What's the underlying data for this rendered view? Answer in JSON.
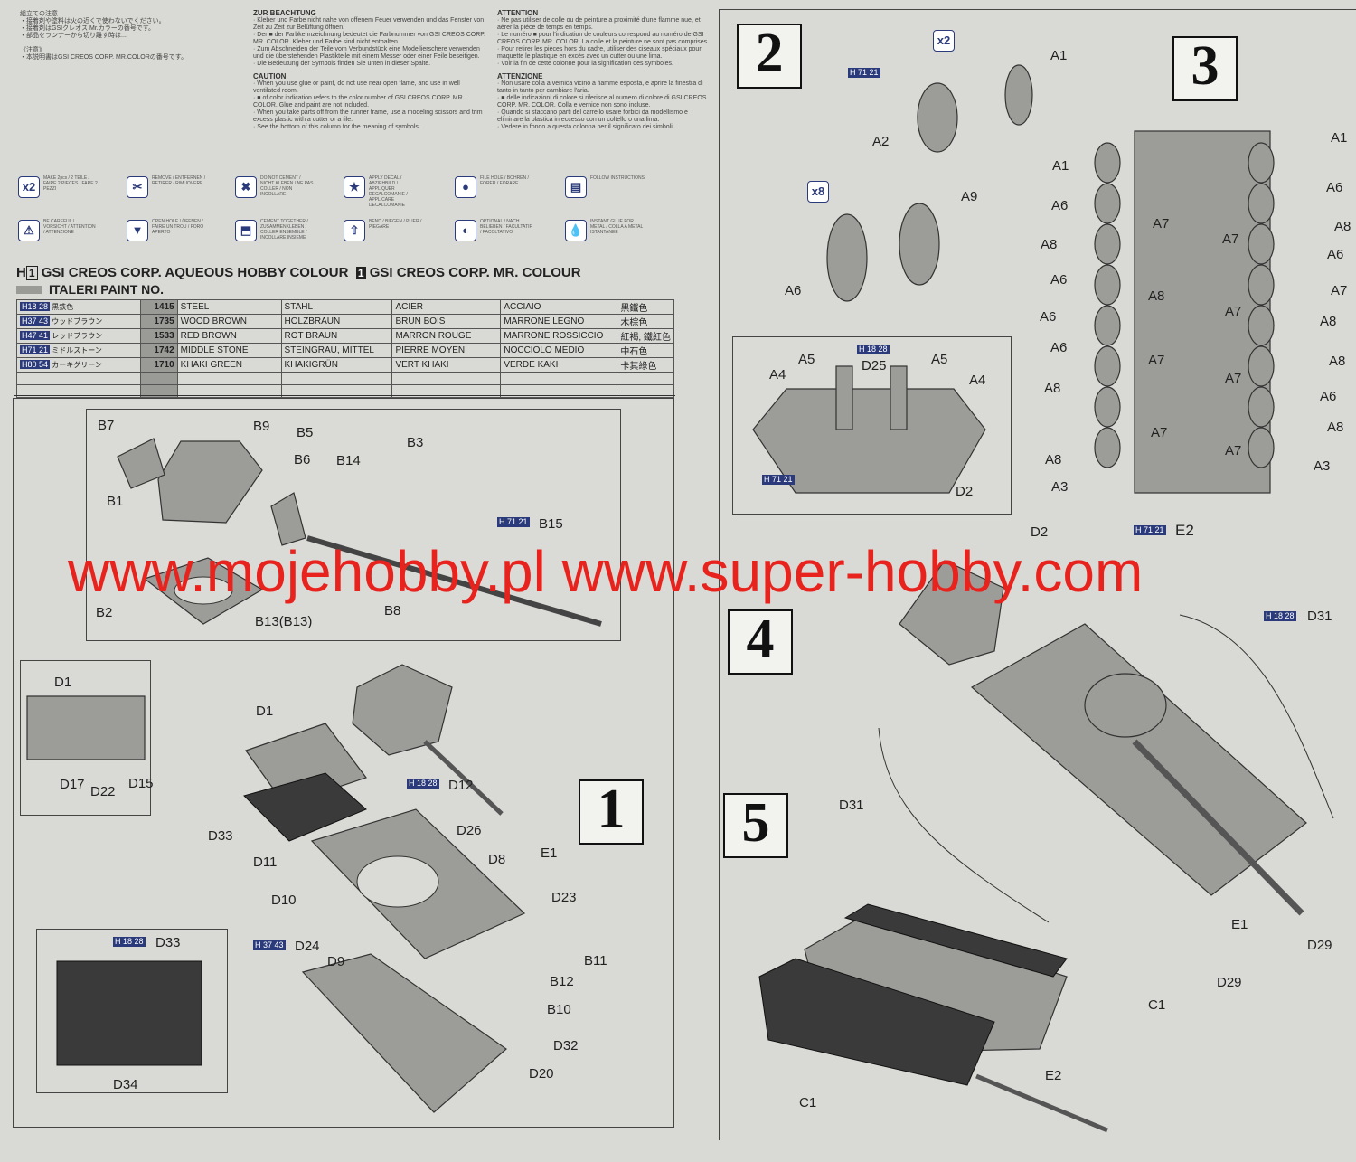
{
  "japanese_notes": [
    "組立ての注意",
    "・接着剤や塗料は火の近くで使わないでください。",
    "・接着剤はGSIクレオス Mr.カラーの番号です。",
    "・部品をランナーから切り離す時は...",
    "《注意》",
    "・本説明書はGSI CREOS CORP. MR.COLORの番号です。"
  ],
  "german": {
    "title": "ZUR BEACHTUNG",
    "lines": [
      "· Kleber und Farbe nicht nahe von offenem Feuer verwenden und das Fenster von Zeit zu Zeit zur Belüftung öffnen.",
      "· Der ■ der Farbkennzeichnung bedeutet die Farbnummer von GSI CREOS CORP. MR. COLOR. Kleber und Farbe sind nicht enthalten.",
      "· Zum Abschneiden der Teile vom Verbundstück eine Modellierschere verwenden und die überstehenden Plastikteile mit einem Messer oder einer Feile beseitigen.",
      "· Die Bedeutung der Symbols finden Sie unten in dieser Spalte."
    ]
  },
  "english": {
    "title": "CAUTION",
    "lines": [
      "· When you use glue or paint, do not use near open flame, and use in well ventilated room.",
      "· ■ of color indication refers to the color number of GSI CREOS CORP. MR. COLOR. Glue and paint are not included.",
      "· When you take parts off from the runner frame, use a modeling scissors and trim excess plastic with a cutter or a file.",
      "· See the bottom of this column for the meaning of symbols."
    ]
  },
  "french": {
    "title": "ATTENTION",
    "lines": [
      "· Ne pas utiliser de colle ou de peinture a proximité d'une flamme nue, et aérer la pièce de temps en temps.",
      "· Le numéro ■ pour l'indication de couleurs correspond au numéro de GSI CREOS CORP. MR. COLOR. La colle et la peinture ne sont pas comprises.",
      "· Pour retirer les pièces hors du cadre, utiliser des ciseaux spéciaux pour maquette le plastique en excès avec un cutter ou une lima.",
      "· Voir la fin de cette colonne pour la signification des symboles."
    ]
  },
  "italian": {
    "title": "ATTENZIONE",
    "lines": [
      "· Non usare colla a vernica vicino a fiamme esposta, e aprire la finestra di tanto in tanto per cambiare l'aria.",
      "· ■ delle indicazioni di colore si riferisce al numero di colore di GSI CREOS CORP. MR. COLOR. Colla e vernice non sono incluse.",
      "· Quando si staccano parti del carrello usare forbici da modellismo e eliminare la plastica in eccesso con un coltello o una lima.",
      "· Vedere in fondo a questa colonna per il significato dei simboli."
    ]
  },
  "symbols": [
    {
      "glyph": "x2",
      "text": "MAKE 2pcs / 2 TEILE / FAIRE 2 PIECES / FARE 2 PEZZI"
    },
    {
      "glyph": "✂",
      "text": "REMOVE / ENTFERNEN / RETIRER / RIMUOVERE"
    },
    {
      "glyph": "✖",
      "text": "DO NOT CEMENT / NICHT KLEBEN / NE PAS COLLER / NON INCOLLARE"
    },
    {
      "glyph": "★",
      "text": "APPLY DECAL / ABZIEHBILD / APPLIQUER DECALCOMANIE / APPLICARE DECALCOMANIE"
    },
    {
      "glyph": "●",
      "text": "FILE HOLE / BOHREN / FORER / FORARE"
    },
    {
      "glyph": "▤",
      "text": "FOLLOW INSTRUCTIONS"
    },
    {
      "glyph": "⚠",
      "text": "BE CAREFUL / VORSICHT / ATTENTION / ATTENZIONE"
    },
    {
      "glyph": "▼",
      "text": "OPEN HOLE / ÖFFNEN / FAIRE UN TROU / FORO APERTO"
    },
    {
      "glyph": "⬒",
      "text": "CEMENT TOGETHER / ZUSAMMENKLEBEN / COLLER ENSEMBLE / INCOLLARE INSIEME"
    },
    {
      "glyph": "⇧",
      "text": "BEND / BIEGEN / PLIER / PIEGARE"
    },
    {
      "glyph": "◐",
      "text": "OPTIONAL / NACH BELIEBEN / FACULTATIF / FACOLTATIVO"
    },
    {
      "glyph": "💧",
      "text": "INSTANT GLUE FOR METAL / COLLA A METAL ISTANTANEE"
    }
  ],
  "paint_header": {
    "h_prefix": "H",
    "h_num": "1",
    "aqueous": "GSI CREOS CORP. AQUEOUS HOBBY COLOUR",
    "mr_num": "1",
    "mr": "GSI CREOS CORP. MR. COLOUR",
    "italeri": "ITALERI PAINT NO."
  },
  "paint_table": [
    {
      "code": "H18 28",
      "jp": "黒鉄色",
      "italeri": "1415",
      "en": "STEEL",
      "de": "STAHL",
      "fr": "ACIER",
      "it": "ACCIAIO",
      "cn": "黑鐵色"
    },
    {
      "code": "H37 43",
      "jp": "ウッドブラウン",
      "italeri": "1735",
      "en": "WOOD BROWN",
      "de": "HOLZBRAUN",
      "fr": "BRUN BOIS",
      "it": "MARRONE LEGNO",
      "cn": "木棕色"
    },
    {
      "code": "H47 41",
      "jp": "レッドブラウン",
      "italeri": "1533",
      "en": "RED BROWN",
      "de": "ROT BRAUN",
      "fr": "MARRON ROUGE",
      "it": "MARRONE ROSSICCIO",
      "cn": "紅褐, 鐵紅色"
    },
    {
      "code": "H71 21",
      "jp": "ミドルストーン",
      "italeri": "1742",
      "en": "MIDDLE STONE",
      "de": "STEINGRAU, MITTEL",
      "fr": "PIERRE MOYEN",
      "it": "NOCCIOLO MEDIO",
      "cn": "中石色"
    },
    {
      "code": "H80 54",
      "jp": "カーキグリーン",
      "italeri": "1710",
      "en": "KHAKI GREEN",
      "de": "KHAKIGRÜN",
      "fr": "VERT KHAKI",
      "it": "VERDE KAKI",
      "cn": "卡其綠色"
    }
  ],
  "steps": [
    "1",
    "2",
    "3",
    "4",
    "5"
  ],
  "multipliers": {
    "step2_sprocket": "x2",
    "step2_wheel": "x8"
  },
  "paint_callouts": {
    "h7121": "H 71 21",
    "h1828": "H 18 28",
    "h3743": "H 37 43"
  },
  "watermark": "www.mojehobby.pl www.super-hobby.com",
  "labels": {
    "s1": [
      "B7",
      "B9",
      "B5",
      "B6",
      "B14",
      "B3",
      "B1",
      "B15",
      "B2",
      "B13(B13)",
      "B8",
      "D1",
      "D1",
      "D17",
      "D22",
      "D15",
      "D33",
      "D12",
      "D26",
      "D11",
      "E1",
      "D8",
      "D10",
      "D23",
      "D24",
      "D9",
      "B11",
      "B12",
      "B10",
      "D33",
      "D32",
      "D20",
      "D34"
    ],
    "s2": [
      "A1",
      "A2",
      "A9",
      "A6",
      "A5",
      "A5",
      "A4",
      "D25",
      "A4",
      "D2"
    ],
    "s3": [
      "A1",
      "A1",
      "A6",
      "A6",
      "A7",
      "A8",
      "A8",
      "A7",
      "A6",
      "A6",
      "A8",
      "A7",
      "A7",
      "A8",
      "A6",
      "A6",
      "A7",
      "A8",
      "A7",
      "A6",
      "A8",
      "A8",
      "A7",
      "A7",
      "A8",
      "A3",
      "A3",
      "E2"
    ],
    "s4": [
      "D2",
      "D31",
      "D31",
      "E1",
      "D29",
      "D29"
    ],
    "s5": [
      "C1",
      "E2",
      "C1"
    ]
  },
  "colors": {
    "paper": "#d9d9d5",
    "watermark": "#e8231d",
    "badge": "#2a3a7a",
    "part": "#9c9c98"
  }
}
